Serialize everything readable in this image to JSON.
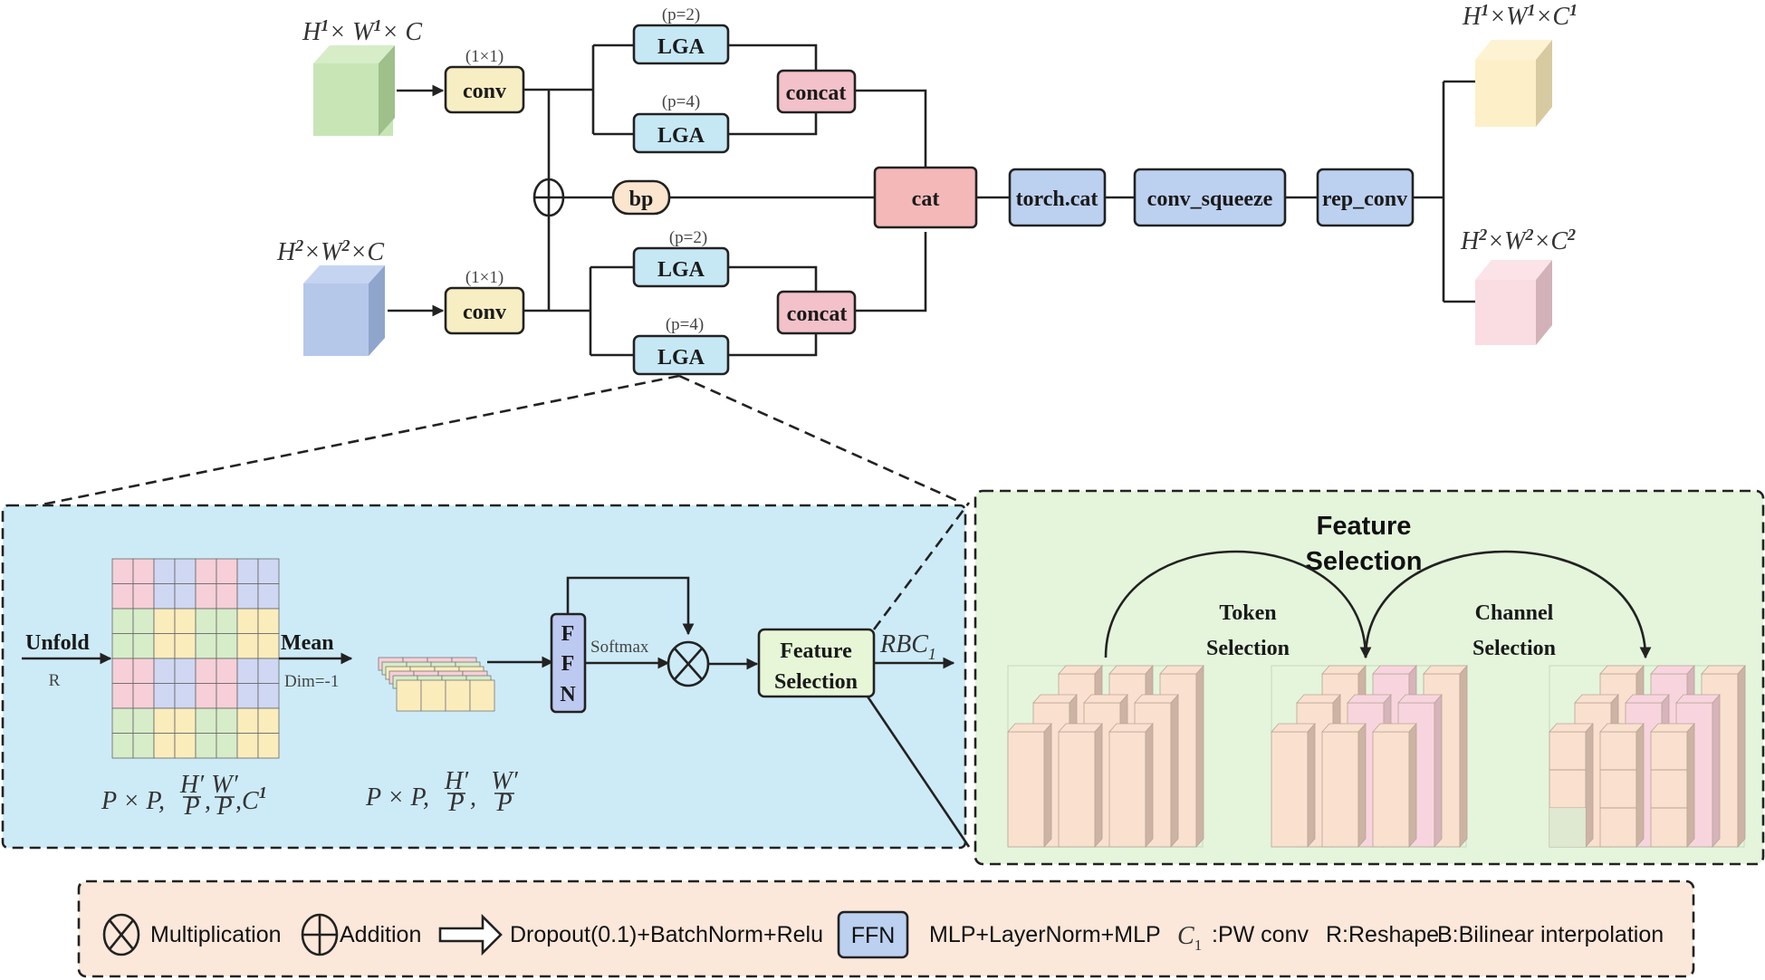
{
  "colors": {
    "conv_fill": "#f8eec3",
    "lga_fill": "#c6e8f5",
    "concat_fill": "#f2c1c9",
    "cat_fill": "#f4b8b8",
    "bp_fill": "#fbe5cf",
    "blue_block_fill": "#bcd0f0",
    "lga_panel_bg": "#cdebf7",
    "fs_panel_bg": "#e4f5db",
    "fs_box_fill": "#e7f6d6",
    "legend_bg": "#fbe8da",
    "cube_green": "#c8e5b6",
    "cube_blue": "#b5c8ea",
    "cube_yellow": "#fdf0c8",
    "cube_pink": "#fadde2",
    "grid_pink": "#f6cfd8",
    "grid_blue": "#cfd7f2",
    "grid_green": "#d7ecc9",
    "grid_yellow": "#fbecbc",
    "bar_peach": "#fae0cf",
    "bar_pink": "#f8d5de"
  },
  "inputs": {
    "top_label": {
      "base": "H",
      "sup1": "1",
      "mid": "× W",
      "sup2": "1",
      "end": "× C"
    },
    "bottom_label": {
      "base": "H",
      "sup1": "2",
      "mid": "×W",
      "sup2": "2",
      "end": "×C"
    }
  },
  "outputs": {
    "top_label": {
      "base": "H",
      "sup1": "1",
      "mid": "×W",
      "sup2": "1",
      "end": "×C",
      "sup3": "1"
    },
    "bottom_label": {
      "base": "H",
      "sup1": "2",
      "mid": "×W",
      "sup2": "2",
      "end": "×C",
      "sup3": "2"
    }
  },
  "blocks": {
    "conv_top": {
      "label": "conv",
      "annotation": "(1×1)"
    },
    "conv_bottom": {
      "label": "conv",
      "annotation": "(1×1)"
    },
    "lga_1": {
      "label": "LGA",
      "annotation": "(p=2)"
    },
    "lga_2": {
      "label": "LGA",
      "annotation": "(p=4)"
    },
    "lga_3": {
      "label": "LGA",
      "annotation": "(p=2)"
    },
    "lga_4": {
      "label": "LGA",
      "annotation": "(p=4)"
    },
    "concat_top": {
      "label": "concat"
    },
    "concat_bottom": {
      "label": "concat"
    },
    "bp": {
      "label": "bp"
    },
    "cat": {
      "label": "cat"
    },
    "torch_cat": {
      "label": "torch.cat"
    },
    "conv_squeeze": {
      "label": "conv_squeeze"
    },
    "rep_conv": {
      "label": "rep_conv"
    }
  },
  "lga_detail": {
    "unfold_label": "Unfold",
    "r_label": "R",
    "mean_label": "Mean",
    "dim_label": "Dim=-1",
    "grid_caption": {
      "a": "P × P,",
      "h": "H′",
      "p1": "P",
      "w": "W′",
      "p2": "P",
      "c": ",C",
      "c_sup": "1"
    },
    "stack_caption": {
      "a": "P × P,",
      "h": "H′",
      "p1": "P",
      "w": "W′",
      "p2": "P"
    },
    "ffn_letters": [
      "F",
      "F",
      "N"
    ],
    "softmax_label": "Softmax",
    "feature_selection_box": [
      "Feature",
      "Selection"
    ],
    "rbc_label": "RBC",
    "rbc_sub": "1"
  },
  "feature_selection_panel": {
    "title_lines": [
      "Feature",
      "Selection"
    ],
    "token_selection": [
      "Token",
      "Selection"
    ],
    "channel_selection": [
      "Channel",
      "Selection"
    ]
  },
  "legend": {
    "multiplication": "Multiplication",
    "addition": "Addition",
    "arrow_desc": "Dropout(0.1)+BatchNorm+Relu",
    "ffn_badge": "FFN",
    "ffn_desc": "MLP+LayerNorm+MLP",
    "c1_symbol": "C",
    "c1_sub": "1",
    "c1_desc": ":PW conv",
    "r_desc": "R:Reshape",
    "b_desc": "B:Bilinear interpolation"
  }
}
